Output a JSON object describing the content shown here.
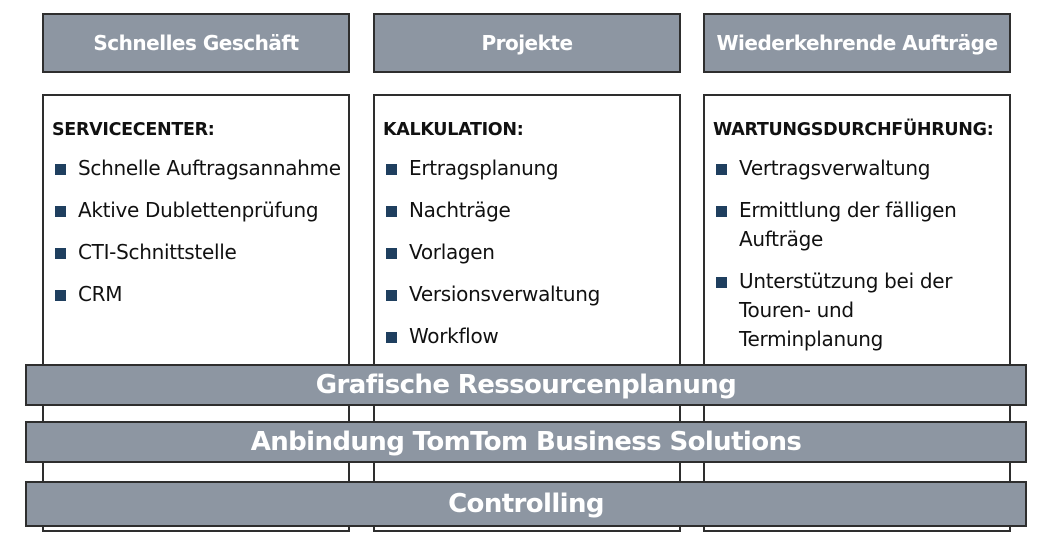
{
  "columns": [
    {
      "header": "Schnelles Geschäft",
      "title": "SERVICECENTER:",
      "items": [
        "Schnelle Auftragsannahme",
        "Aktive Dublettenprüfung",
        "CTI-Schnittstelle",
        "CRM"
      ]
    },
    {
      "header": "Projekte",
      "title": "KALKULATION:",
      "items": [
        "Ertragsplanung",
        "Nachträge",
        "Vorlagen",
        "Versionsverwaltung",
        "Workflow"
      ]
    },
    {
      "header": "Wiederkehrende Aufträge",
      "title": "WARTUNGSDURCHFÜHRUNG:",
      "items": [
        "Vertragsverwaltung",
        "Ermittlung der fälligen\nAufträge",
        "Unterstützung bei der\nTouren- und\nTerminplanung"
      ]
    }
  ],
  "bands": [
    "Grafische Ressourcenplanung",
    "Anbindung TomTom Business Solutions",
    "Controlling"
  ],
  "colors": {
    "header_fill": "#8d96a2",
    "bullet": "#1f3f5f",
    "border": "#2e2e2e",
    "text_on_fill": "#ffffff"
  }
}
